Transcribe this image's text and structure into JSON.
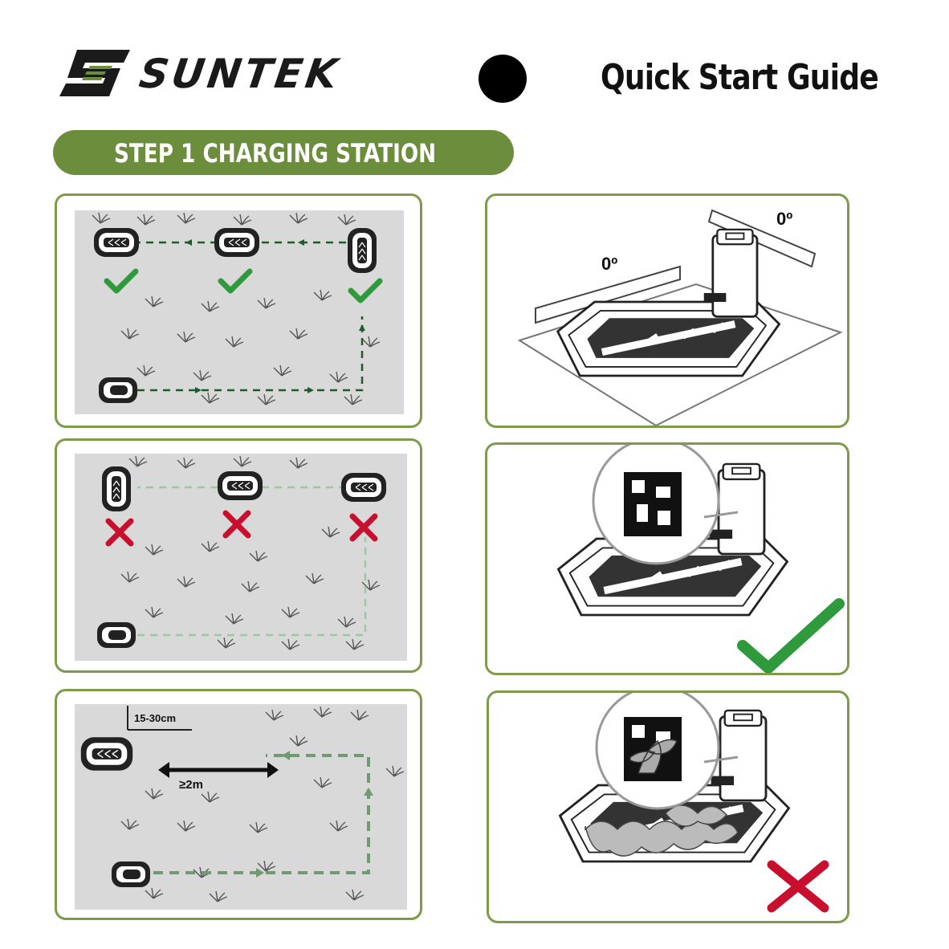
{
  "header": {
    "brand": "SUNTEK",
    "title": "Quick Start Guide"
  },
  "step": {
    "label": "STEP 1  CHARGING STATION"
  },
  "panels": {
    "level": {
      "angle_long": "0º",
      "angle_short": "0º"
    },
    "distance": {
      "edge_gap": "15-30cm",
      "min_run": "≥2m"
    }
  },
  "colors": {
    "brand_green": "#6c8d3c",
    "panel_border": "#7e9a4a",
    "ok_green": "#2f9a3c",
    "bad_red": "#c8102e",
    "lawn_gray": "#d9d9d9"
  },
  "icons": {
    "correct": "checkmark-icon",
    "incorrect": "cross-icon",
    "mower": "robot-mower-icon",
    "station": "charging-station-icon"
  }
}
